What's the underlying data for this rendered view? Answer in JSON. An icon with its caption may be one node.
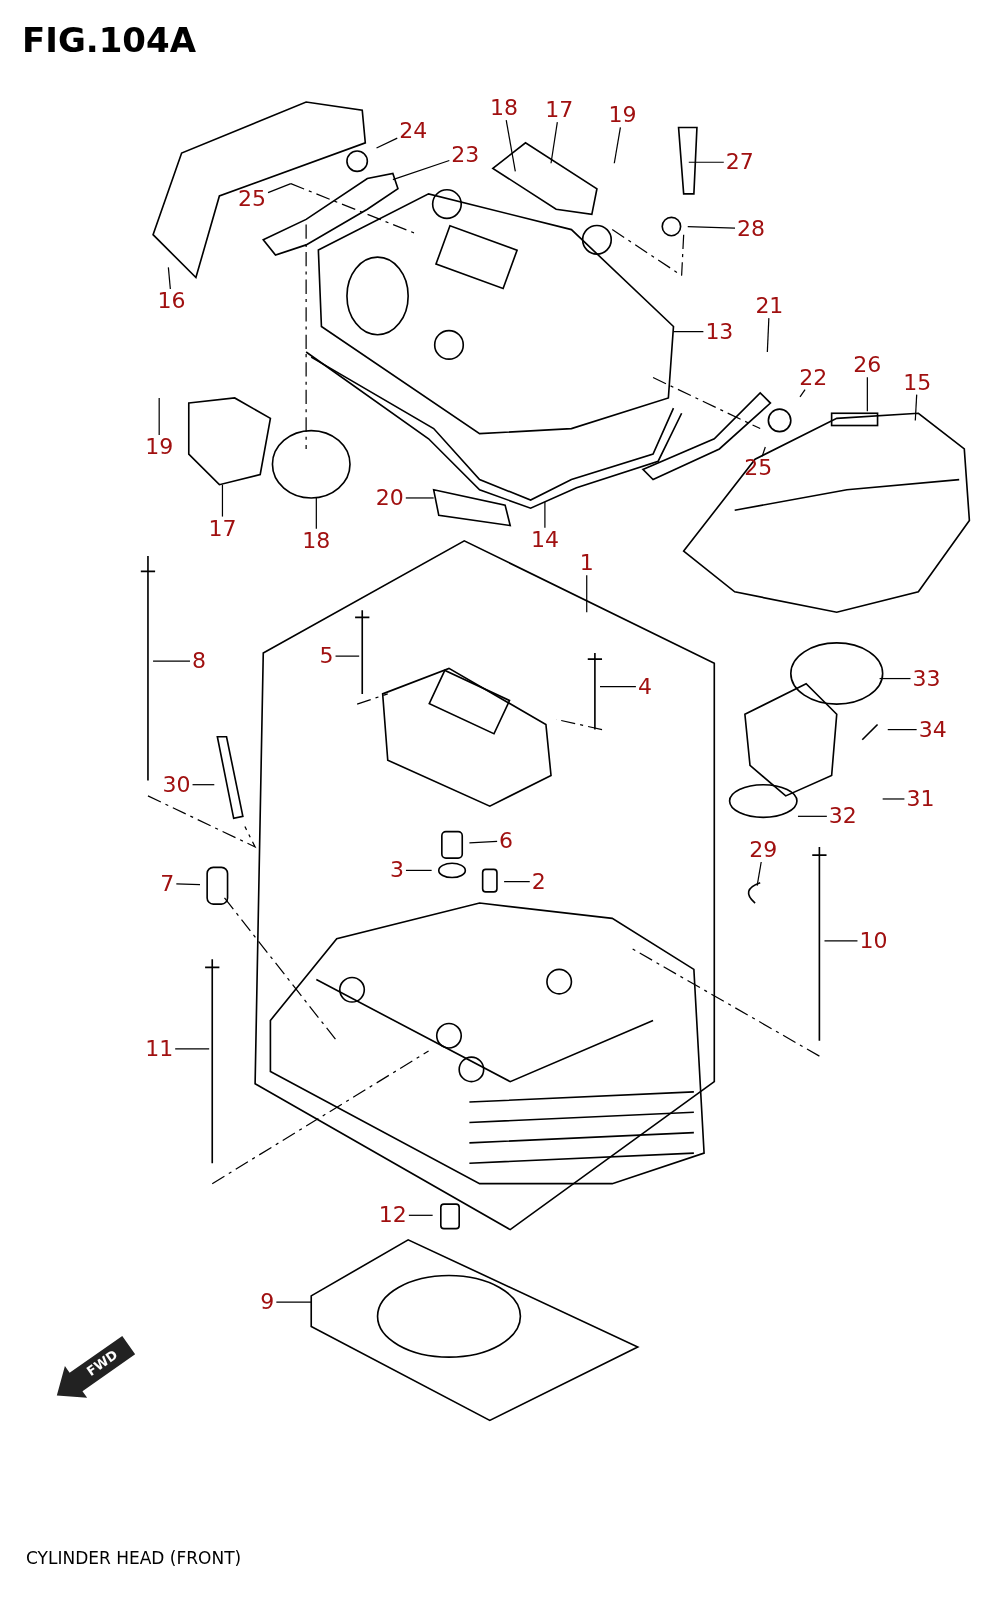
{
  "diagram": {
    "title": "FIG.104A",
    "caption": "CYLINDER HEAD (FRONT)",
    "nodes": [
      {
        "text": [
          "24"
        ]
      },
      {
        "text": [
          "17"
        ]
      },
      {
        "text": [
          "19"
        ]
      },
      {
        "text": [
          "18"
        ]
      },
      {
        "text": [
          "23"
        ]
      },
      {
        "text": [
          "27"
        ]
      },
      {
        "text": [
          "25"
        ]
      },
      {
        "text": [
          "28"
        ]
      },
      {
        "text": [
          "16"
        ]
      },
      {
        "text": [
          "21"
        ]
      },
      {
        "text": [
          "13"
        ]
      },
      {
        "text": [
          "26"
        ]
      },
      {
        "text": [
          "15"
        ]
      },
      {
        "text": [
          "22"
        ]
      },
      {
        "text": [
          "19"
        ]
      },
      {
        "text": [
          "25"
        ]
      },
      {
        "text": [
          "20"
        ]
      },
      {
        "text": [
          "17"
        ]
      },
      {
        "text": [
          "18"
        ]
      },
      {
        "text": [
          "14"
        ]
      },
      {
        "text": [
          "1"
        ]
      },
      {
        "text": [
          "8"
        ]
      },
      {
        "text": [
          "5"
        ]
      },
      {
        "text": [
          "33"
        ]
      },
      {
        "text": [
          "4"
        ]
      },
      {
        "text": [
          "34"
        ]
      },
      {
        "text": [
          "30"
        ]
      },
      {
        "text": [
          "31"
        ]
      },
      {
        "text": [
          "32"
        ]
      },
      {
        "text": [
          "6"
        ]
      },
      {
        "text": [
          "3"
        ]
      },
      {
        "text": [
          "29"
        ]
      },
      {
        "text": [
          "2"
        ]
      },
      {
        "text": [
          "7"
        ]
      },
      {
        "text": [
          "10"
        ]
      },
      {
        "text": [
          "11"
        ]
      },
      {
        "text": [
          "12"
        ]
      },
      {
        "text": [
          "9"
        ]
      }
    ],
    "edges": [
      {
        "from": 0,
        "to": null,
        "arrow": "none"
      },
      {
        "from": 1,
        "to": null,
        "arrow": "none"
      },
      {
        "from": 2,
        "to": null,
        "arrow": "none"
      },
      {
        "from": 3,
        "to": null,
        "arrow": "none"
      },
      {
        "from": 4,
        "to": null,
        "arrow": "none"
      },
      {
        "from": 5,
        "to": null,
        "arrow": "none"
      },
      {
        "from": 6,
        "to": null,
        "arrow": "none"
      },
      {
        "from": 7,
        "to": null,
        "arrow": "none"
      },
      {
        "from": 8,
        "to": null,
        "arrow": "none"
      },
      {
        "from": 9,
        "to": null,
        "arrow": "none"
      },
      {
        "from": 10,
        "to": null,
        "arrow": "none"
      },
      {
        "from": 11,
        "to": null,
        "arrow": "none"
      },
      {
        "from": 12,
        "to": null,
        "arrow": "none"
      },
      {
        "from": 13,
        "to": null,
        "arrow": "none"
      },
      {
        "from": 14,
        "to": null,
        "arrow": "none"
      },
      {
        "from": 15,
        "to": null,
        "arrow": "none"
      },
      {
        "from": 16,
        "to": null,
        "arrow": "none"
      },
      {
        "from": 17,
        "to": null,
        "arrow": "none"
      },
      {
        "from": 18,
        "to": null,
        "arrow": "none"
      },
      {
        "from": 19,
        "to": null,
        "arrow": "none"
      },
      {
        "from": 20,
        "to": null,
        "arrow": "none"
      },
      {
        "from": 21,
        "to": null,
        "arrow": "none"
      },
      {
        "from": 22,
        "to": null,
        "arrow": "none"
      },
      {
        "from": 23,
        "to": null,
        "arrow": "none"
      },
      {
        "from": 24,
        "to": null,
        "arrow": "none"
      },
      {
        "from": 25,
        "to": null,
        "arrow": "none"
      },
      {
        "from": 26,
        "to": null,
        "arrow": "none"
      },
      {
        "from": 27,
        "to": null,
        "arrow": "none"
      },
      {
        "from": 28,
        "to": null,
        "arrow": "none"
      },
      {
        "from": 29,
        "to": null,
        "arrow": "none"
      },
      {
        "from": 30,
        "to": null,
        "arrow": "none"
      },
      {
        "from": 31,
        "to": null,
        "arrow": "none"
      },
      {
        "from": 32,
        "to": null,
        "arrow": "none"
      },
      {
        "from": 33,
        "to": null,
        "arrow": "none"
      },
      {
        "from": 34,
        "to": null,
        "arrow": "none"
      },
      {
        "from": 35,
        "to": null,
        "arrow": "none"
      },
      {
        "from": 36,
        "to": null,
        "arrow": "none"
      },
      {
        "from": 37,
        "to": null,
        "arrow": "none"
      }
    ],
    "labels": [
      "FWD"
    ]
  }
}
